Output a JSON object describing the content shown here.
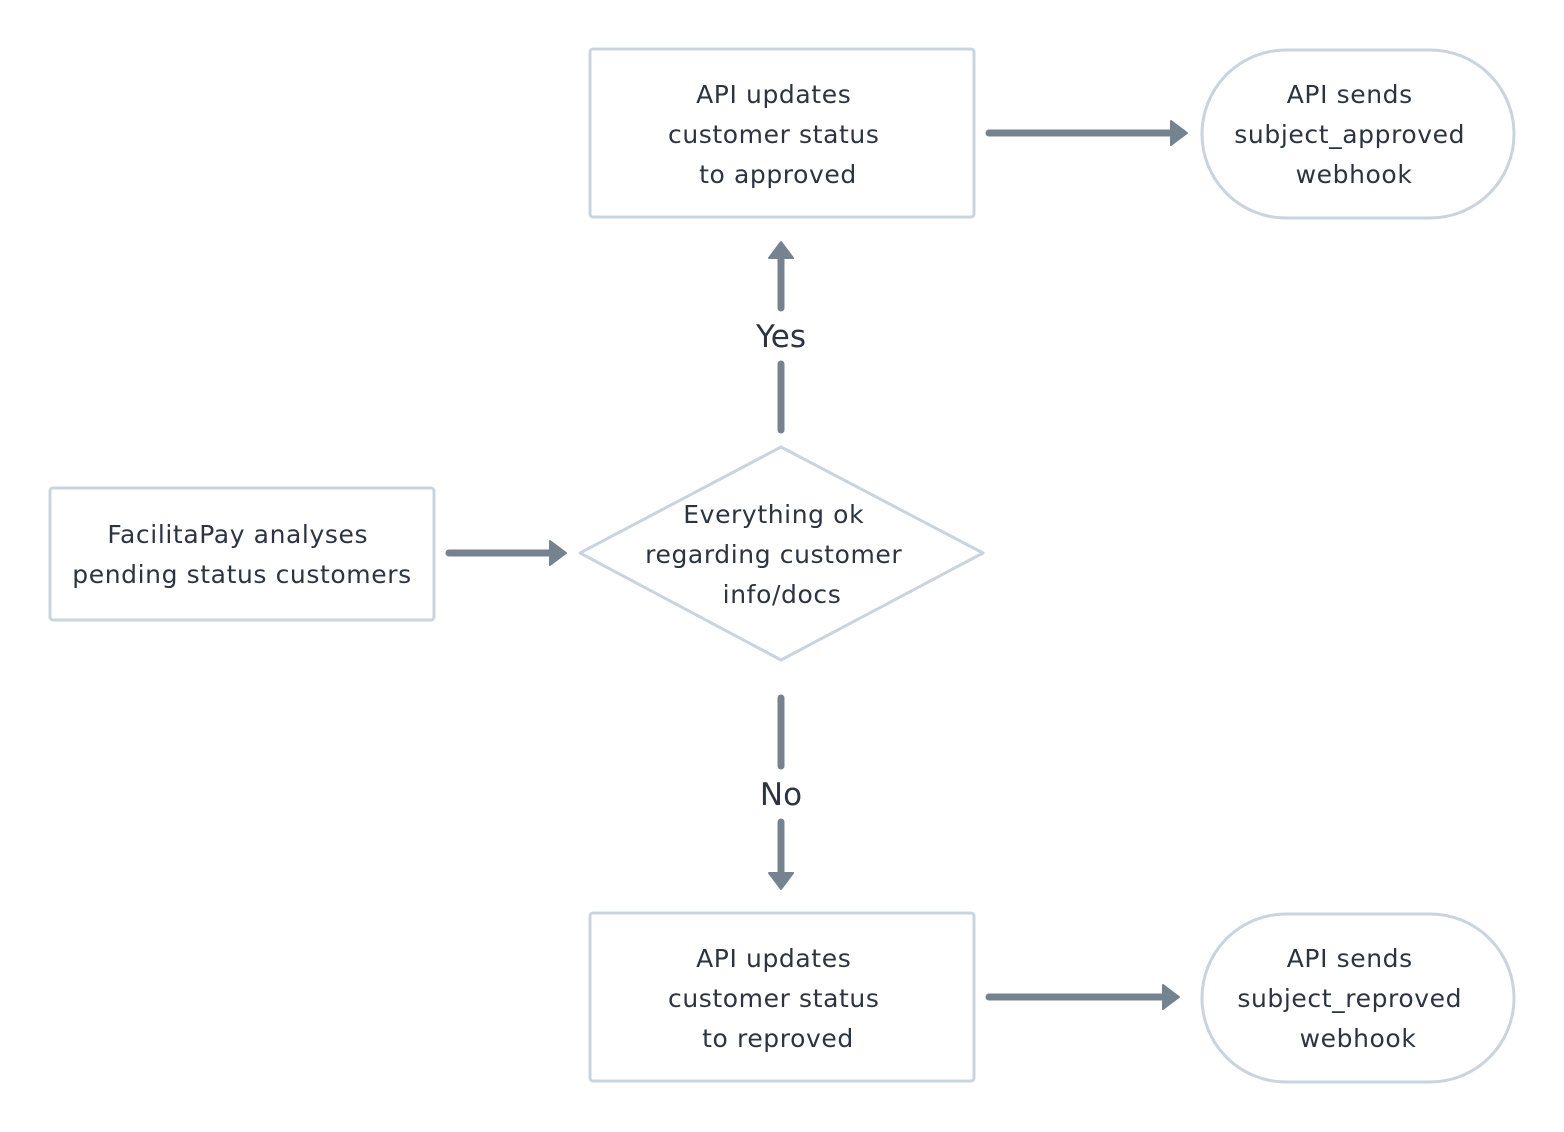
{
  "diagram": {
    "nodes": {
      "start": {
        "shape": "rectangle",
        "lines": [
          "FacilitaPay analyses",
          "pending status customers"
        ]
      },
      "decision": {
        "shape": "diamond",
        "lines": [
          "Everything ok",
          "regarding customer",
          "info/docs"
        ]
      },
      "approved": {
        "shape": "rectangle",
        "lines": [
          "API updates",
          "customer status",
          "to approved"
        ]
      },
      "approved_webhook": {
        "shape": "stadium",
        "lines": [
          "API sends",
          "subject_approved",
          "webhook"
        ]
      },
      "reproved": {
        "shape": "rectangle",
        "lines": [
          "API updates",
          "customer status",
          "to reproved"
        ]
      },
      "reproved_webhook": {
        "shape": "stadium",
        "lines": [
          "API sends",
          "subject_reproved",
          "webhook"
        ]
      }
    },
    "edges": {
      "start_to_decision": {
        "from": "start",
        "to": "decision",
        "label": ""
      },
      "decision_yes": {
        "from": "decision",
        "to": "approved",
        "label": "Yes"
      },
      "decision_no": {
        "from": "decision",
        "to": "reproved",
        "label": "No"
      },
      "approved_to_webhook": {
        "from": "approved",
        "to": "approved_webhook",
        "label": ""
      },
      "reproved_to_webhook": {
        "from": "reproved",
        "to": "reproved_webhook",
        "label": ""
      }
    },
    "colors": {
      "node_border": "#c9d4de",
      "arrow": "#758391",
      "text": "#2b3440",
      "background": "#ffffff"
    }
  }
}
